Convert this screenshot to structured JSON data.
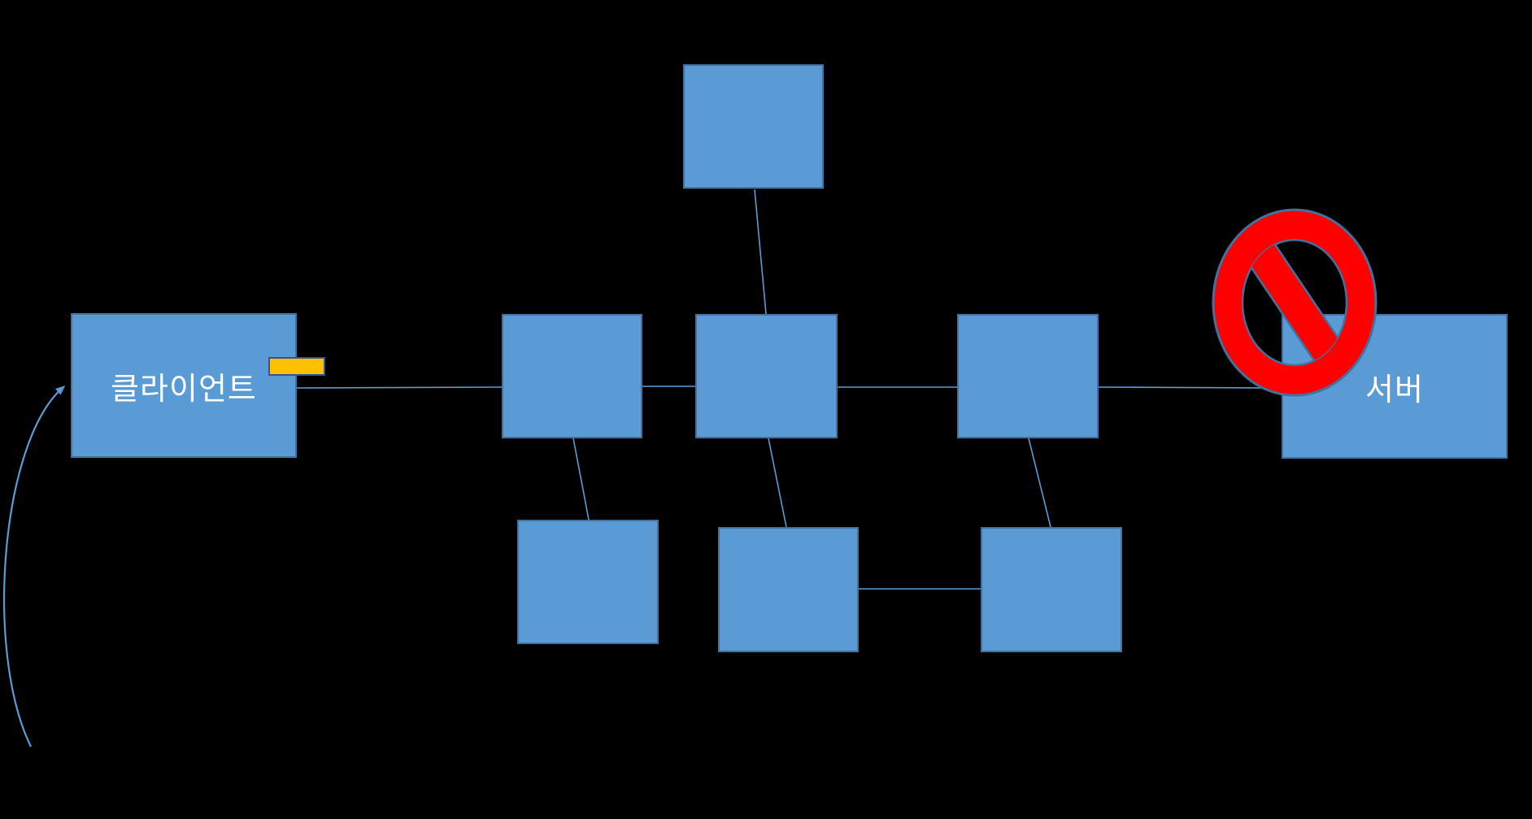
{
  "diagram": {
    "title": "client-server network path diagram",
    "client_label": "클라이언트",
    "server_label": "서버",
    "nodes": [
      {
        "id": "client",
        "label": "클라이언트"
      },
      {
        "id": "relay-top",
        "label": ""
      },
      {
        "id": "relay-mid-left",
        "label": ""
      },
      {
        "id": "relay-mid-center",
        "label": ""
      },
      {
        "id": "relay-mid-right",
        "label": ""
      },
      {
        "id": "relay-bottom-left",
        "label": ""
      },
      {
        "id": "relay-bottom-center",
        "label": ""
      },
      {
        "id": "relay-bottom-right",
        "label": ""
      },
      {
        "id": "server",
        "label": "서버"
      }
    ],
    "edges": [
      "client - relay-mid-left",
      "relay-mid-left - relay-mid-center",
      "relay-mid-center - relay-mid-right",
      "relay-mid-right - server (blocked by prohibition sign)",
      "relay-top - relay-mid-center",
      "relay-mid-left - relay-bottom-left",
      "relay-mid-center - relay-bottom-center",
      "relay-mid-right - relay-bottom-right",
      "relay-bottom-center - relay-bottom-right",
      "curved arrow from bottom-left area into client"
    ],
    "annotations": [
      "prohibition-no-entry-symbol over link into server",
      "yellow highlight marker on client right edge"
    ]
  },
  "colors": {
    "background": "#000000",
    "node_fill": "#5B9BD5",
    "node_border": "#41719C",
    "connector": "#5B9BD5",
    "prohibition_red": "#FF0000",
    "prohibition_outline": "#41719C",
    "highlight_fill": "#FFC000",
    "highlight_border": "#2F5597",
    "label_text": "#FFFFFF"
  }
}
